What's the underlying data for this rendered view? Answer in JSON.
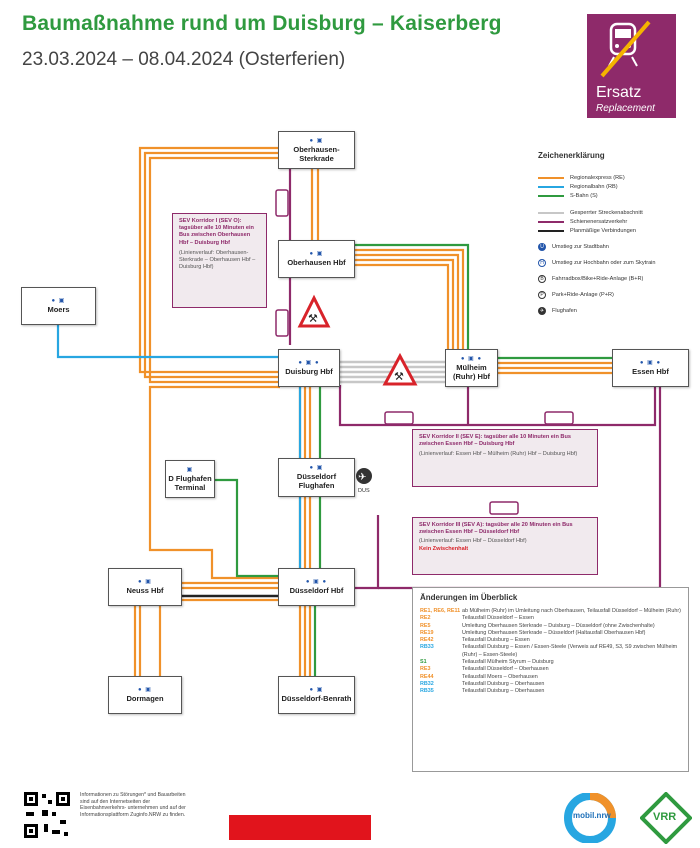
{
  "header": {
    "title": "Baumaßnahme rund um Duisburg – Kaiserberg",
    "subtitle": "23.03.2024 – 08.04.2024 (Osterferien)"
  },
  "badge": {
    "word": "Ersatz",
    "word_en": "Replacement"
  },
  "colors": {
    "regionalexpress": "#f0912a",
    "regionalbahn": "#27a6e1",
    "sbahn": "#2f9a3f",
    "closed": "#c7c7c7",
    "sev": "#8e2a6a",
    "planned": "#222222",
    "badge": "#8e2a6a"
  },
  "stations": {
    "oberhausen_sterkrade": "Oberhausen-Sterkrade",
    "oberhausen_hbf": "Oberhausen Hbf",
    "moers": "Moers",
    "duisburg_hbf": "Duisburg Hbf",
    "muelheim": "Mülheim (Ruhr) Hbf",
    "essen": "Essen Hbf",
    "flughafen_terminal": "D Flughafen Terminal",
    "duesseldorf_flughafen": "Düsseldorf Flughafen",
    "neuss": "Neuss Hbf",
    "duesseldorf_hbf": "Düsseldorf Hbf",
    "dormagen": "Dormagen",
    "benrath": "Düsseldorf-Benrath",
    "airport_code": "DUS"
  },
  "legend": {
    "title": "Zeichenerklärung",
    "items": [
      "Regionalexpress (RE)",
      "Regionalbahn (RB)",
      "S-Bahn (S)",
      "Gesperrter Streckenabschnitt",
      "Schienenersatzverkehr",
      "Planmäßige Verbindungen",
      "Umstieg zur Stadtbahn",
      "Umstieg zur Hochbahn oder zum Skytrain",
      "Fahrradbox/Bike+Ride-Anlage (B+R)",
      "Park+Ride-Anlage (P+R)",
      "Flughafen"
    ]
  },
  "sev1": {
    "heading": "SEV Korridor I (SEV O): tagsüber alle 10 Minuten ein Bus zwischen Oberhausen Hbf – Duisburg Hbf",
    "route": "(Linienverlauf: Oberhausen-Sterkrade – Oberhausen Hbf – Duisburg Hbf)"
  },
  "sev2": {
    "heading": "SEV Korridor II (SEV E): tagsüber alle 10 Minuten ein Bus zwischen Essen Hbf – Duisburg Hbf",
    "route": "(Linienverlauf: Essen Hbf – Mülheim (Ruhr) Hbf – Duisburg Hbf)"
  },
  "sev3": {
    "heading": "SEV Korridor III (SEV A): tagsüber alle 20 Minuten ein Bus zwischen Essen Hbf – Düsseldorf Hbf",
    "route": "(Linienverlauf: Essen Hbf – Düsseldorf Hbf)",
    "note": "Kein Zwischenhalt"
  },
  "changes": {
    "title": "Änderungen im Überblick",
    "rows": [
      {
        "line": "RE1, RE6, RE11",
        "text": "ab Mülheim (Ruhr) im Umleitung nach Oberhausen, Teilausfall Düsseldorf – Mülheim (Ruhr)",
        "color": "#f0912a"
      },
      {
        "line": "RE2",
        "text": "Teilausfall Düsseldorf – Essen",
        "color": "#f0912a"
      },
      {
        "line": "RE5",
        "text": "Umleitung Oberhausen Sterkrade – Duisburg – Düsseldorf (ohne Zwischenhalte)",
        "color": "#f0912a"
      },
      {
        "line": "RE19",
        "text": "Umleitung Oberhausen Sterkrade – Düsseldorf (Haltausfall Oberhausen Hbf)",
        "color": "#f0912a"
      },
      {
        "line": "RE42",
        "text": "Teilausfall Duisburg – Essen",
        "color": "#f0912a"
      },
      {
        "line": "RB33",
        "text": "Teilausfall Duisburg – Essen / Essen-Steele (Verweis auf RE49, S3, S9 zwischen Mülheim (Ruhr) – Essen-Steele)",
        "color": "#27a6e1"
      },
      {
        "line": "S1",
        "text": "Teilausfall Mülheim Styrum – Duisburg",
        "color": "#2f9a3f"
      },
      {
        "line": "RE3",
        "text": "Teilausfall Düsseldorf – Oberhausen",
        "color": "#f0912a"
      },
      {
        "line": "RE44",
        "text": "Teilausfall Moers – Oberhausen",
        "color": "#f0912a"
      },
      {
        "line": "RB32",
        "text": "Teilausfall Duisburg – Oberhausen",
        "color": "#27a6e1"
      },
      {
        "line": "RB35",
        "text": "Teilausfall Duisburg – Oberhausen",
        "color": "#27a6e1"
      }
    ]
  },
  "footer": {
    "info": "Informationen zu Störungen* und Bauarbeiten sind auf den Internetseiten der Eisenbahnverkehrs- unternehmen und auf der Informationsplattform Zuginfo.NRW zu finden.",
    "logo_left": "mobil.nrw",
    "logo_right": "VRR"
  }
}
